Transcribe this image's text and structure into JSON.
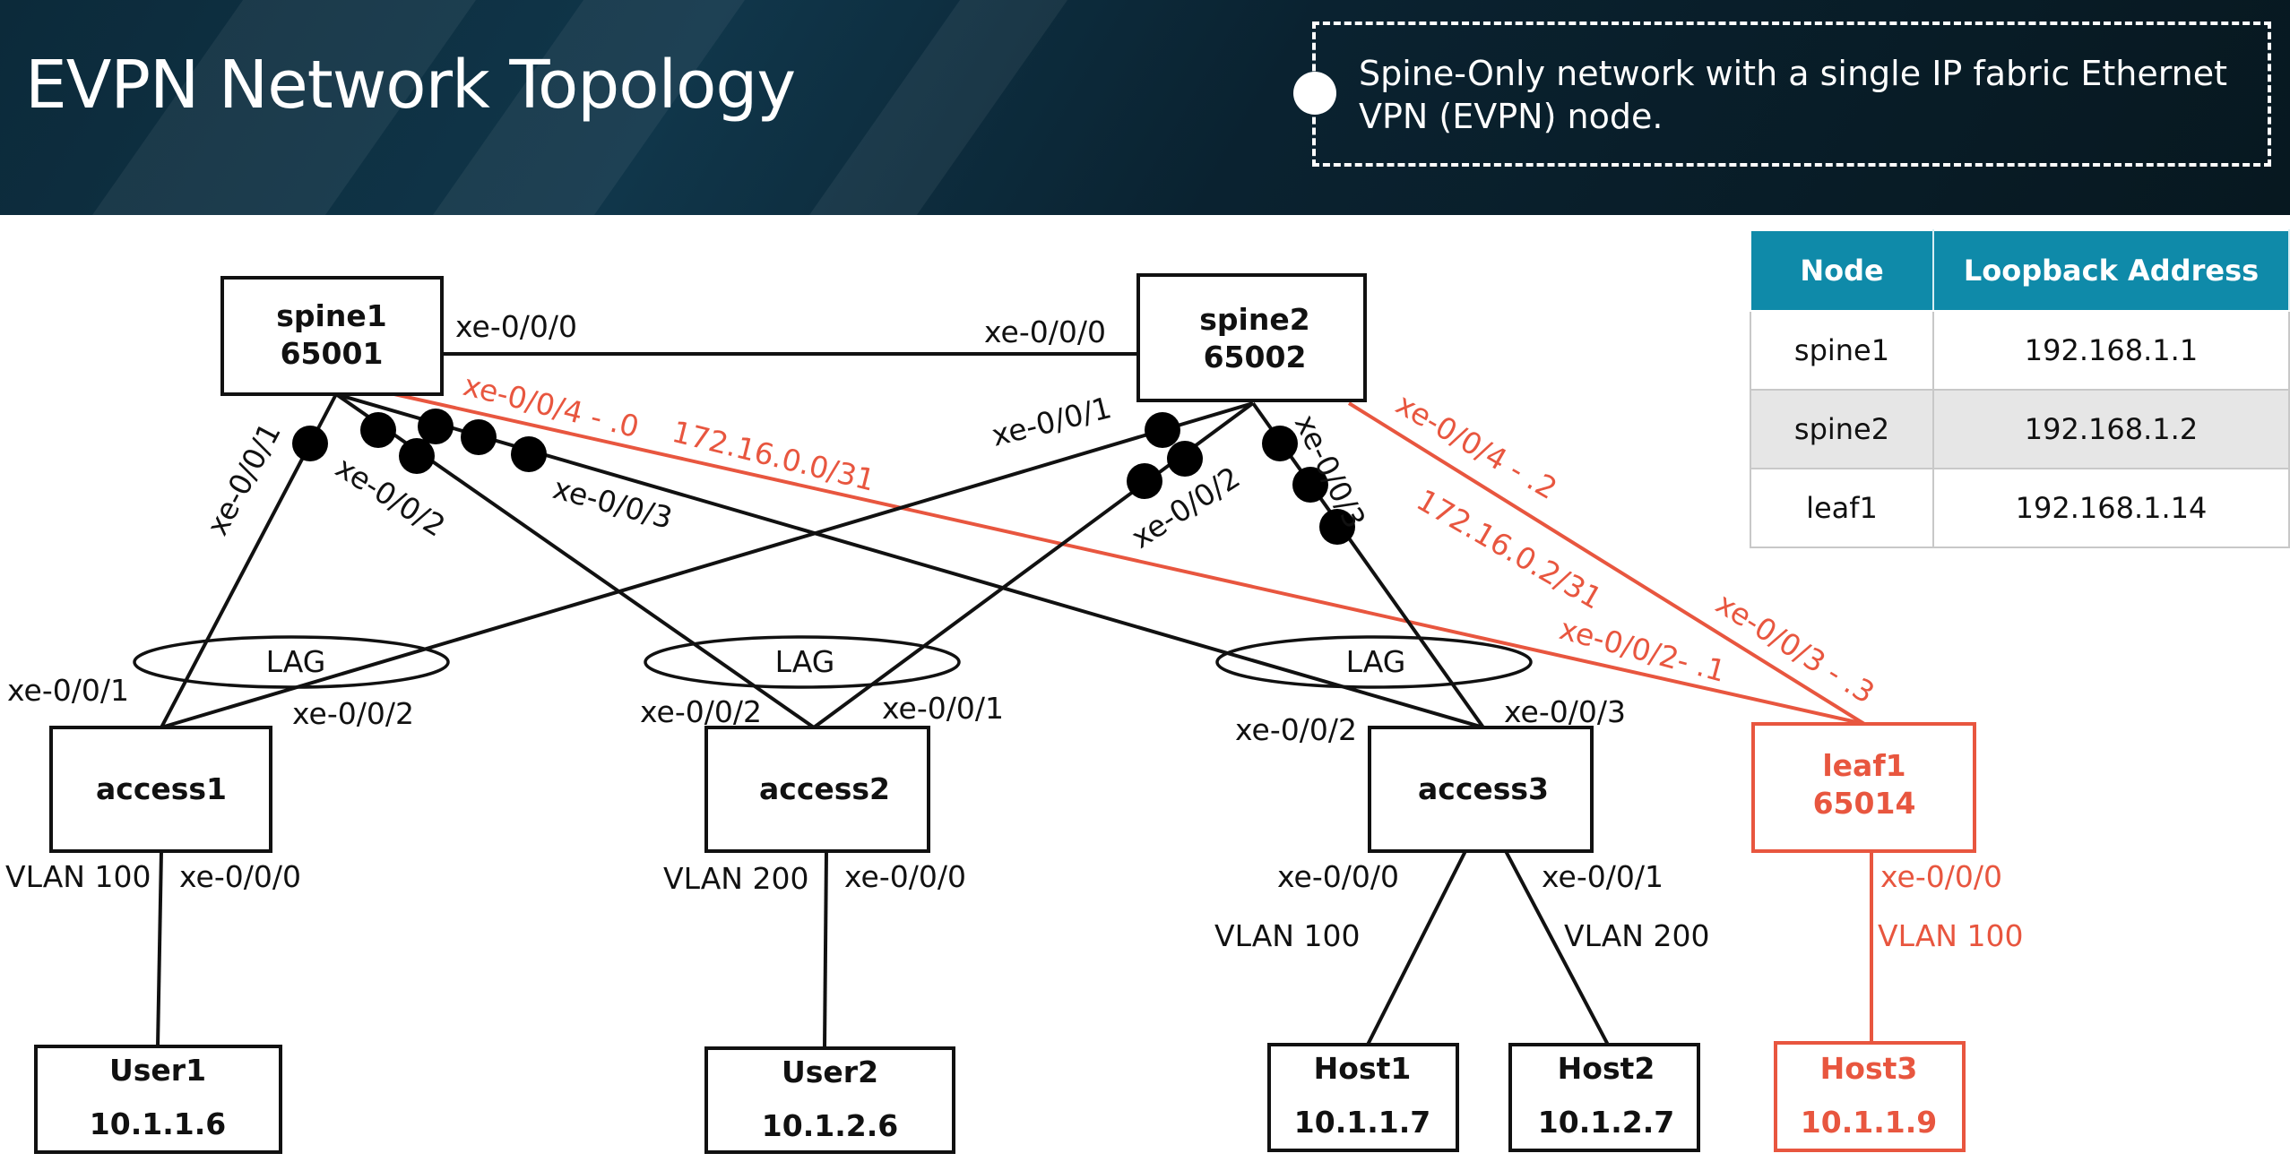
{
  "header": {
    "title": "EVPN Network Topology",
    "callout": "Spine-Only network with a single IP fabric Ethernet VPN (EVPN) node."
  },
  "table": {
    "headers": [
      "Node",
      "Loopback Address"
    ],
    "rows": [
      {
        "node": "spine1",
        "loopback": "192.168.1.1"
      },
      {
        "node": "spine2",
        "loopback": "192.168.1.2"
      },
      {
        "node": "leaf1",
        "loopback": "192.168.1.14"
      }
    ]
  },
  "nodes": {
    "spine1": {
      "name": "spine1",
      "asn": "65001"
    },
    "spine2": {
      "name": "spine2",
      "asn": "65002"
    },
    "leaf1": {
      "name": "leaf1",
      "asn": "65014"
    },
    "access1": {
      "name": "access1"
    },
    "access2": {
      "name": "access2"
    },
    "access3": {
      "name": "access3"
    },
    "user1": {
      "name": "User1",
      "ip": "10.1.1.6"
    },
    "user2": {
      "name": "User2",
      "ip": "10.1.2.6"
    },
    "host1": {
      "name": "Host1",
      "ip": "10.1.1.7"
    },
    "host2": {
      "name": "Host2",
      "ip": "10.1.2.7"
    },
    "host3": {
      "name": "Host3",
      "ip": "10.1.1.9"
    }
  },
  "labels": {
    "lag": "LAG",
    "s1_xe000": "xe-0/0/0",
    "s2_xe000": "xe-0/0/0",
    "s1_xe001": "xe-0/0/1",
    "s1_xe002": "xe-0/0/2",
    "s1_xe003": "xe-0/0/3",
    "s1_xe004": "xe-0/0/4 - .0",
    "subnet1": "172.16.0.0/31",
    "s2_xe001": "xe-0/0/1",
    "s2_xe002": "xe-0/0/2",
    "s2_xe003": "xe-0/0/3",
    "s2_xe004": "xe-0/0/4 - .2",
    "subnet2": "172.16.0.2/31",
    "l1_xe002": "xe-0/0/2- .1",
    "l1_xe003": "xe-0/0/3 - .3",
    "a1_xe001": "xe-0/0/1",
    "a1_xe002": "xe-0/0/2",
    "a2_xe002": "xe-0/0/2",
    "a2_xe001": "xe-0/0/1",
    "a3_xe002": "xe-0/0/2",
    "a3_xe003": "xe-0/0/3",
    "a1_vlan": "VLAN 100",
    "a1_xe000": "xe-0/0/0",
    "a2_vlan": "VLAN 200",
    "a2_xe000": "xe-0/0/0",
    "a3_xe000": "xe-0/0/0",
    "a3_xe001b": "xe-0/0/1",
    "a3_vlan100": "VLAN 100",
    "a3_vlan200": "VLAN 200",
    "l1_xe000": "xe-0/0/0",
    "l1_vlan": "VLAN 100"
  },
  "colors": {
    "header_bg": "#0c2a3a",
    "table_header": "#0f8aa9",
    "evpn_accent": "#e8563f"
  }
}
